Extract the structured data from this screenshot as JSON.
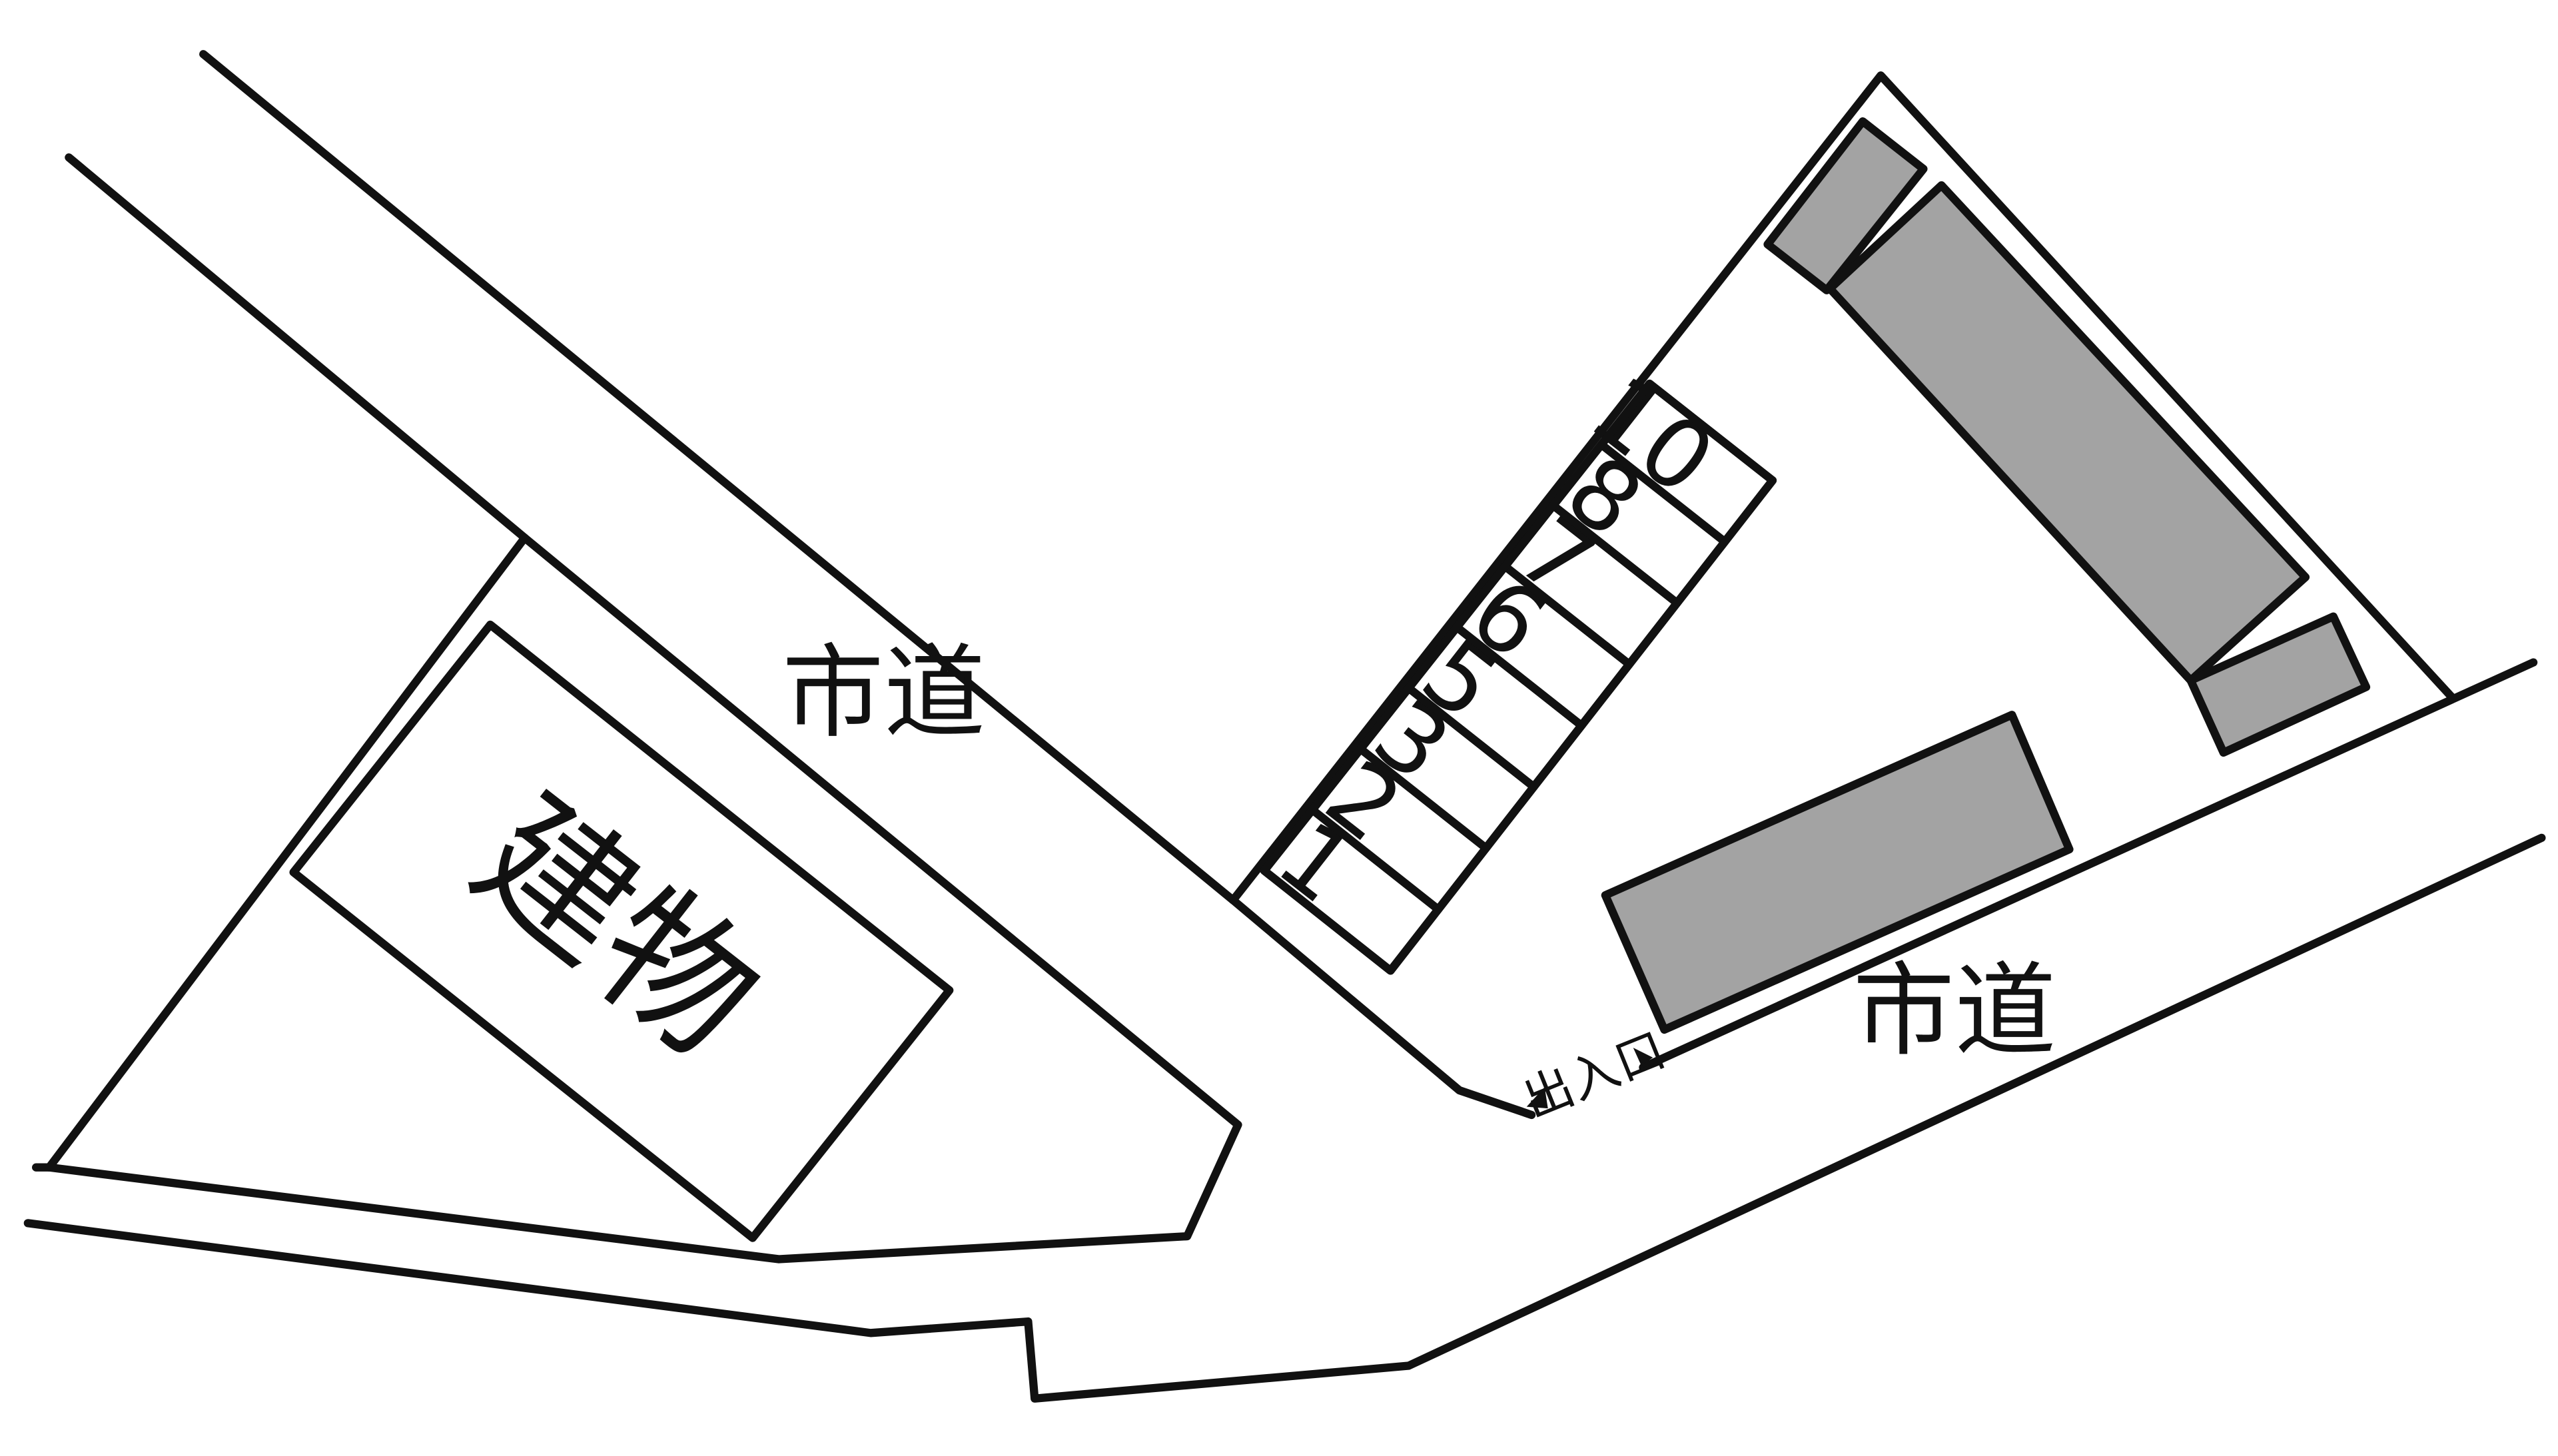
{
  "labels": {
    "road_upper": "市道",
    "road_lower": "市道",
    "building": "建物",
    "entrance": "出入口"
  },
  "parking_slots": [
    "1",
    "2",
    "3",
    "5",
    "6",
    "7",
    "8",
    "10"
  ],
  "colors": {
    "line": "#111111",
    "building_fill": "#a3a3a3",
    "background": "#ffffff"
  }
}
